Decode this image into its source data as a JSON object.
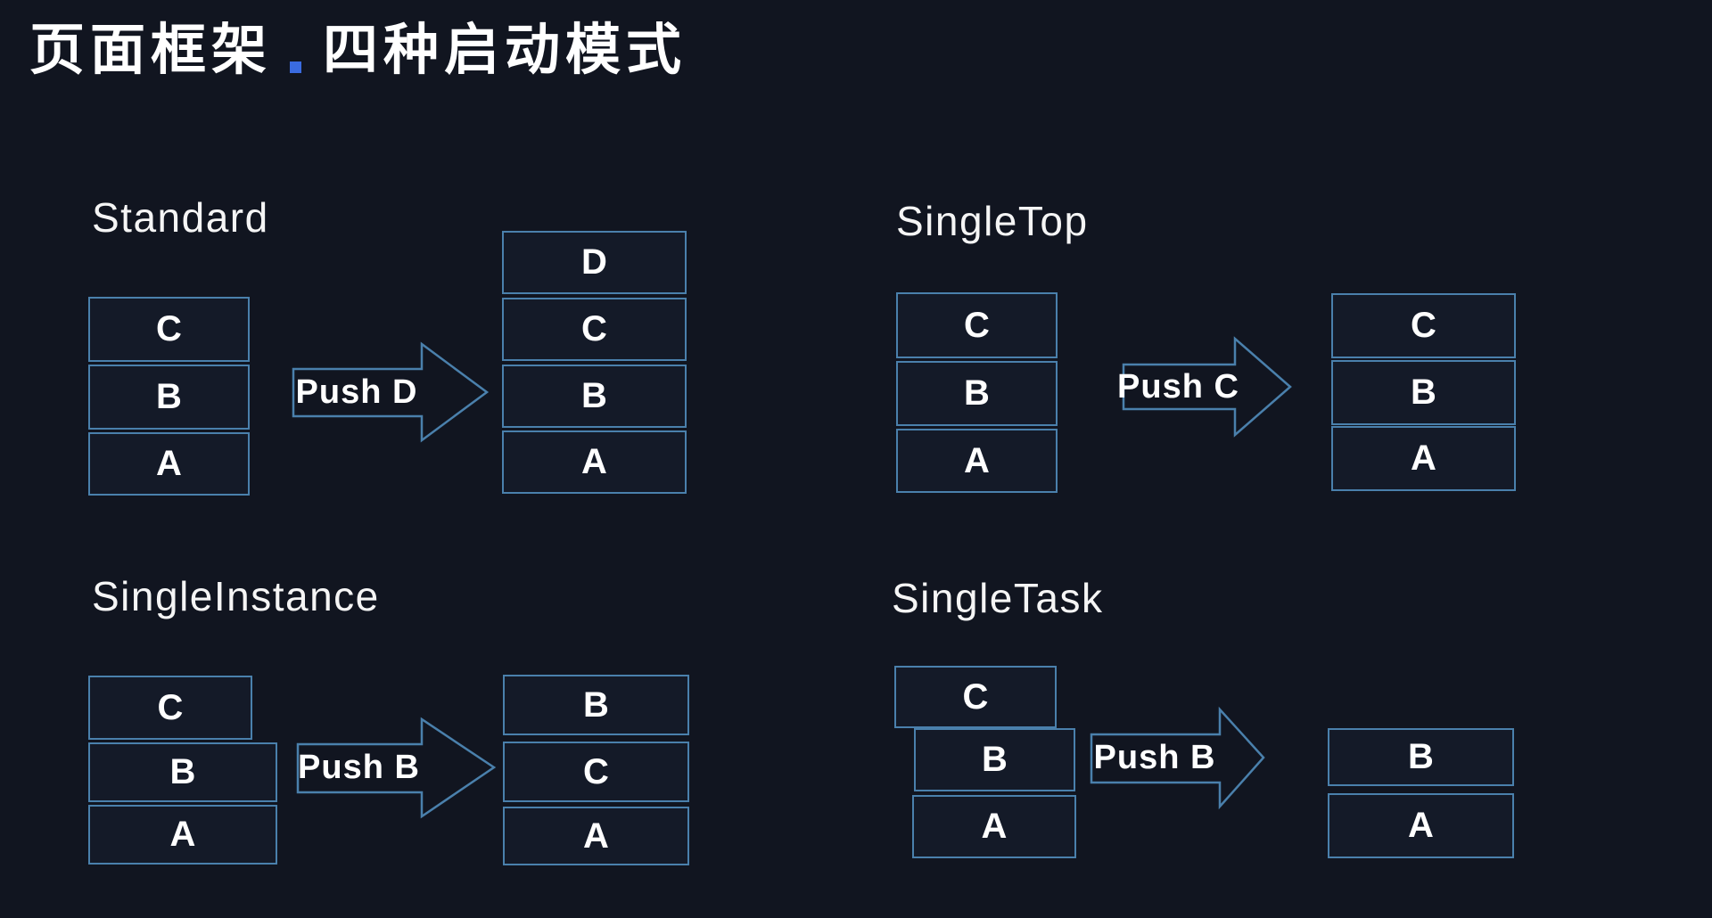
{
  "title": {
    "part1": "页面框架",
    "part2": "四种启动模式"
  },
  "sections": [
    {
      "id": "standard",
      "label": "Standard",
      "push_label": "Push D",
      "before": [
        "C",
        "B",
        "A"
      ],
      "after": [
        "D",
        "C",
        "B",
        "A"
      ]
    },
    {
      "id": "singletop",
      "label": "SingleTop",
      "push_label": "Push C",
      "before": [
        "C",
        "B",
        "A"
      ],
      "after": [
        "C",
        "B",
        "A"
      ]
    },
    {
      "id": "singleinstance",
      "label": "SingleInstance",
      "push_label": "Push B",
      "before": [
        "C",
        "B",
        "A"
      ],
      "after": [
        "B",
        "C",
        "A"
      ]
    },
    {
      "id": "singletask",
      "label": "SingleTask",
      "push_label": "Push B",
      "before": [
        "C",
        "B",
        "A"
      ],
      "after": [
        "B",
        "A"
      ]
    }
  ],
  "colors": {
    "background": "#111520",
    "box_border": "#4a80ac",
    "box_fill": "#141a28",
    "arrow_outline": "#4a80ac",
    "title_dot": "#3a6be0",
    "text": "#ffffff"
  }
}
